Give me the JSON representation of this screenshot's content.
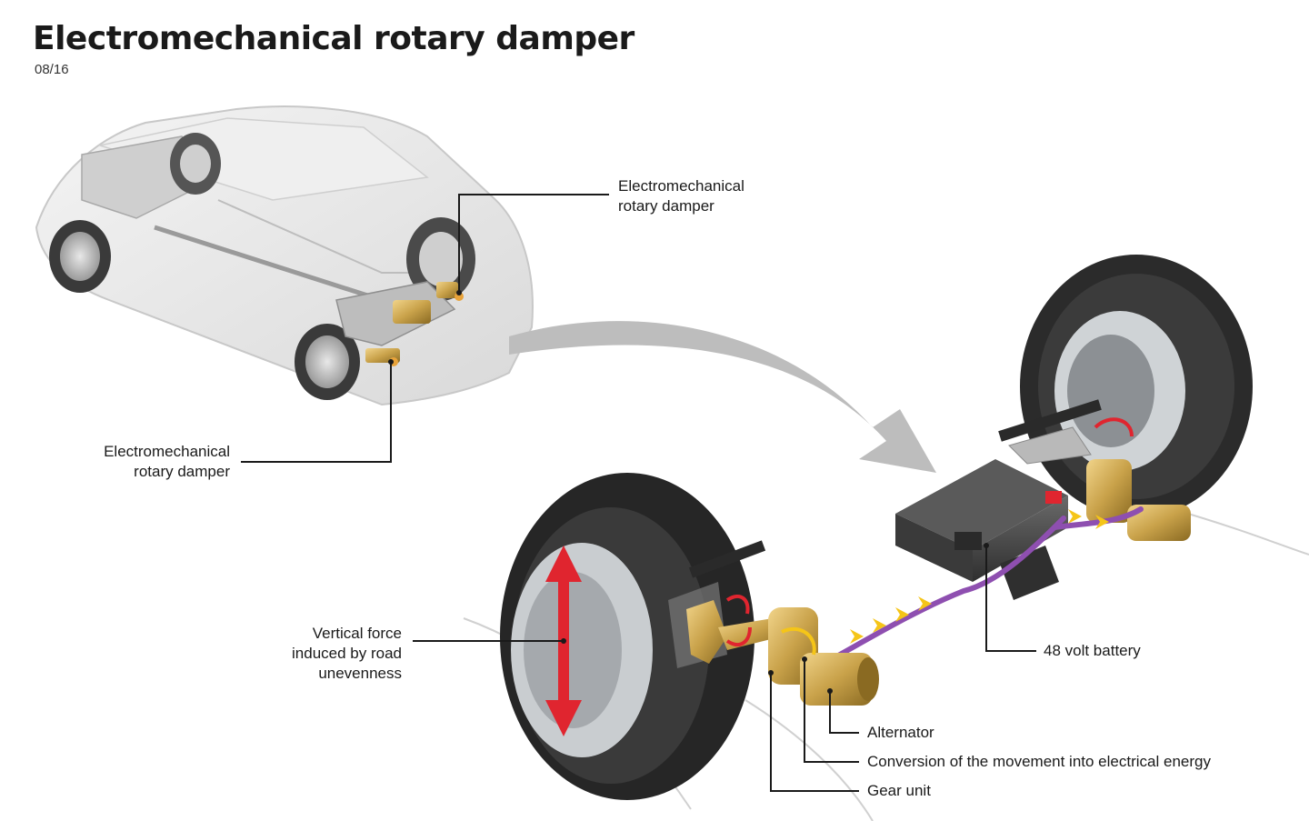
{
  "header": {
    "title": "Electromechanical rotary damper",
    "date": "08/16"
  },
  "labels": {
    "damper_top": [
      "Electromechanical",
      "rotary damper"
    ],
    "damper_left": [
      "Electromechanical",
      "rotary damper"
    ],
    "vertical_force": [
      "Vertical force",
      "induced by road",
      "unevenness"
    ],
    "battery": "48 volt battery",
    "alternator": "Alternator",
    "conversion": "Conversion of the movement into electrical energy",
    "gear_unit": "Gear unit"
  },
  "colors": {
    "leader_line": "#1a1a1a",
    "damper_gold": "#c9a24a",
    "arrow_red": "#e0252f",
    "flow_yellow": "#f5c518",
    "cable_purple": "#8e4fb0",
    "big_arrow_grey": "#bdbdbd",
    "tire_dark": "#2b2b2b"
  }
}
